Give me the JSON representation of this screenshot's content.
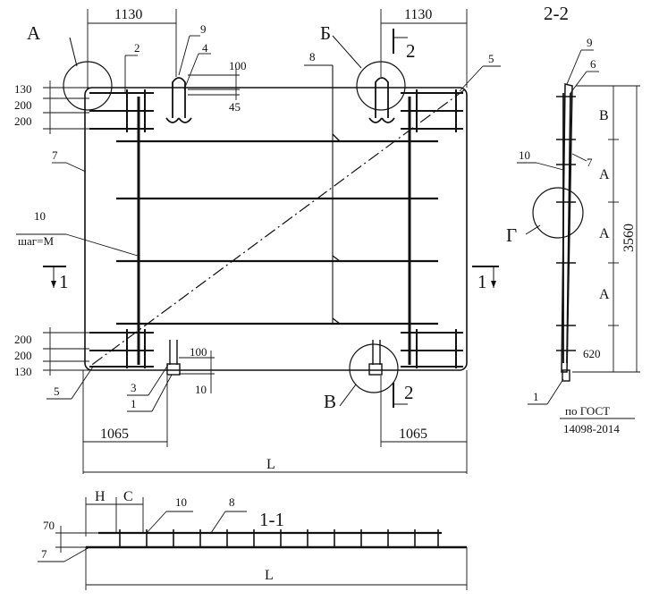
{
  "views": {
    "title_section_2": "2-2",
    "title_section_1": "1-1"
  },
  "callouts": {
    "A": "А",
    "B": "Б",
    "V": "В",
    "G": "Г"
  },
  "section_marks": {
    "s1_left": "1",
    "s1_right": "1",
    "s2_top": "2",
    "s2_bottom": "2"
  },
  "dimensions_plan": {
    "top_left_width": "1130",
    "top_right_width": "1130",
    "left_130": "130",
    "left_200a": "200",
    "left_200b": "200",
    "loop_100": "100",
    "loop_45": "45",
    "bottom_left_200a": "200",
    "bottom_left_200b": "200",
    "bottom_left_130": "130",
    "plate_100": "100",
    "plate_10": "10",
    "bottom_left_1065": "1065",
    "bottom_right_1065": "1065",
    "length_L": "L"
  },
  "dimensions_section_2": {
    "height_3560": "3560",
    "seg_B": "В",
    "seg_A1": "А",
    "seg_A2": "А",
    "seg_A3": "А",
    "seg_620": "620",
    "gost_line1": "по ГОСТ",
    "gost_line2": "14098-2014"
  },
  "dimensions_section_1": {
    "H": "Н",
    "C": "С",
    "d70": "70",
    "length_L": "L"
  },
  "leaders_plan": {
    "p2": "2",
    "p9": "9",
    "p4": "4",
    "p8": "8",
    "p5_top": "5",
    "p7": "7",
    "p10": "10",
    "p10_note": "шаг=М",
    "p5_bottom": "5",
    "p3": "3",
    "p1": "1"
  },
  "leaders_section_2": {
    "p9": "9",
    "p6": "6",
    "p10": "10",
    "p7": "7",
    "p1": "1"
  },
  "leaders_section_1": {
    "p10": "10",
    "p8": "8",
    "p7": "7"
  }
}
